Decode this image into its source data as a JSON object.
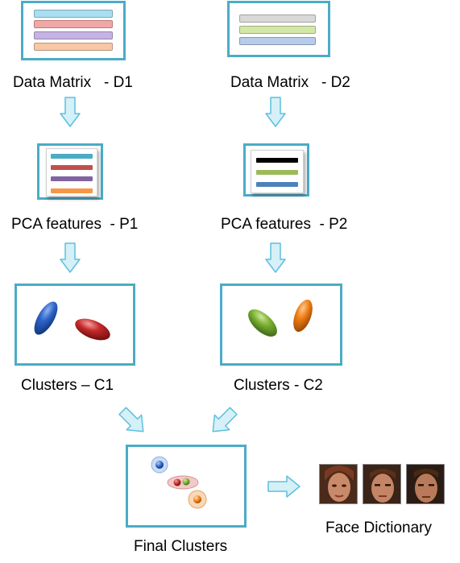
{
  "nodes": {
    "d1": {
      "label": "Data Matrix   - D1"
    },
    "d2": {
      "label": "Data Matrix   - D2"
    },
    "p1": {
      "label": "PCA features  - P1"
    },
    "p2": {
      "label": "PCA features  - P2"
    },
    "c1": {
      "label": "Clusters – C1"
    },
    "c2": {
      "label": "Clusters - C2"
    },
    "final": {
      "label": "Final Clusters"
    },
    "dictionary": {
      "label": "Face Dictionary"
    }
  },
  "colors": {
    "box_border": "#4bacc6",
    "arrow_fill": "#d6f0f8",
    "arrow_stroke": "#5bc0de",
    "d1_rows": [
      "#a9dff0",
      "#f2a7a7",
      "#c7b3e3",
      "#f8c7a5"
    ],
    "d2_rows": [
      "#d9d9d9",
      "#d2e8a8",
      "#b7cbea"
    ],
    "p1_rows": [
      "#4bacc6",
      "#c0504d",
      "#8064a2",
      "#f79646"
    ],
    "p2_rows": [
      "#000000",
      "#9bbb59",
      "#4f81bd"
    ],
    "c1_clusters": [
      "#2e64c8",
      "#c42a2a"
    ],
    "c2_clusters": [
      "#7ab032",
      "#f07f16"
    ]
  },
  "icons": [
    "down-arrow-icon",
    "diagonal-arrow-icon",
    "right-arrow-icon",
    "face-thumbnail-icon"
  ]
}
